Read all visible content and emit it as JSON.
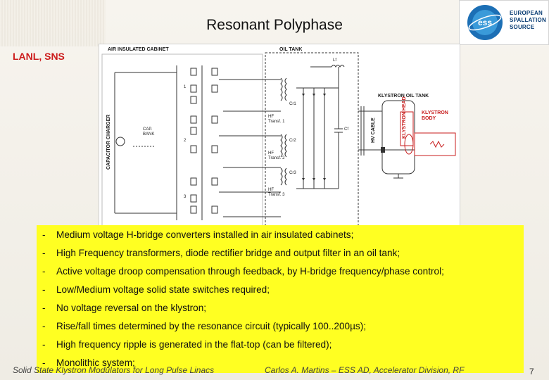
{
  "slide": {
    "title": "Resonant Polyphase",
    "subtitle": "LANL, SNS",
    "page_number": "7",
    "footer_left": "Solid State Klystron Modulators for Long Pulse Linacs",
    "footer_middle": "Carlos A. Martins – ESS AD, Accelerator Division, RF"
  },
  "logo": {
    "mark": "ess",
    "lines": [
      "EUROPEAN",
      "SPALLATION",
      "SOURCE"
    ]
  },
  "diagram": {
    "labels": {
      "air_cabinet": "AIR INSULATED CABINET",
      "oil_tank": "OIL TANK",
      "klystron_oil_tank": "KLYSTRON OIL TANK",
      "capacitor_charger": "CAPACITOR CHARGER",
      "cap_bank": "CAP. BANK",
      "hv_cable": "HV CABLE",
      "klystron_head": "KLYSTRON HEAD",
      "klystron_body": "KLYSTRON BODY",
      "phase_1": "1",
      "phase_2": "2",
      "phase_3": "3",
      "hf_transf_1": "HF Transf. 1",
      "hf_transf_2": "HF Transf. 2",
      "hf_transf_3": "HF Transf. 3",
      "cr1": "Cr1",
      "cr2": "Cr2",
      "cr3": "Cr3",
      "cf": "Cf",
      "lf": "Lf"
    }
  },
  "bullets": [
    "Medium voltage H-bridge converters installed in air insulated cabinets;",
    "High Frequency transformers, diode rectifier bridge and output filter in an oil tank;",
    "Active voltage droop compensation through feedback, by H-bridge frequency/phase control;",
    "Low/Medium voltage solid state switches required;",
    "No voltage reversal on the klystron;",
    "Rise/fall times determined by the resonance circuit (typically 100..200µs);",
    "High frequency ripple is generated in the flat-top (can be filtered);",
    "Monolithic system;"
  ],
  "bullet_marker": "-",
  "colors": {
    "highlight": "#ffff22",
    "accent_red": "#cc1c1c",
    "ess_blue": "#0a3d74"
  }
}
